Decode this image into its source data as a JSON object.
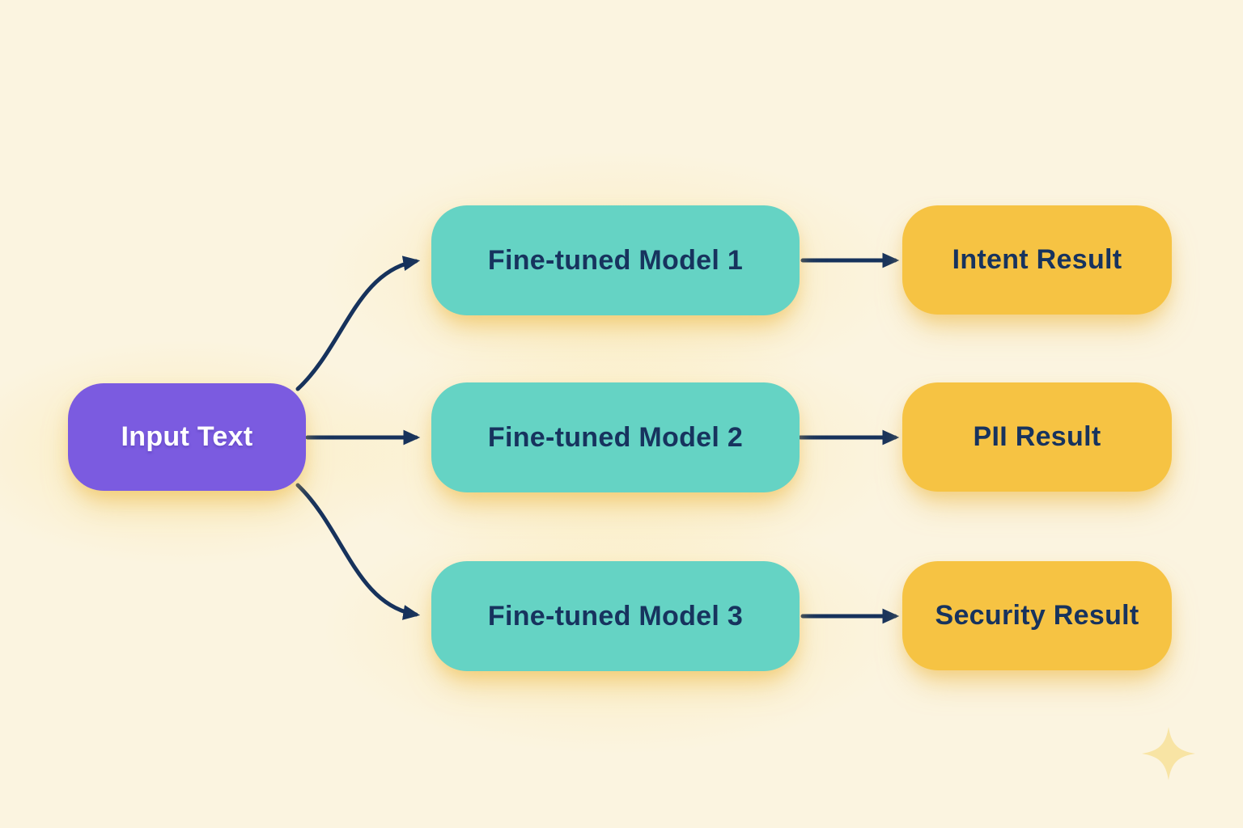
{
  "diagram": {
    "input_node": {
      "label": "Input Text"
    },
    "model_nodes": [
      {
        "label": "Fine-tuned Model 1"
      },
      {
        "label": "Fine-tuned Model 2"
      },
      {
        "label": "Fine-tuned Model 3"
      }
    ],
    "result_nodes": [
      {
        "label": "Intent Result"
      },
      {
        "label": "PII Result"
      },
      {
        "label": "Security Result"
      }
    ],
    "connections": [
      {
        "from": "Input Text",
        "to": "Fine-tuned Model 1"
      },
      {
        "from": "Input Text",
        "to": "Fine-tuned Model 2"
      },
      {
        "from": "Input Text",
        "to": "Fine-tuned Model 3"
      },
      {
        "from": "Fine-tuned Model 1",
        "to": "Intent Result"
      },
      {
        "from": "Fine-tuned Model 2",
        "to": "PII Result"
      },
      {
        "from": "Fine-tuned Model 3",
        "to": "Security Result"
      }
    ]
  },
  "icons": {
    "sparkle": "four-point-sparkle"
  },
  "colors": {
    "background": "#FBF4E0",
    "input_fill": "#7B5BE0",
    "input_text": "#FFFFFF",
    "model_fill": "#65D3C4",
    "result_fill": "#F6C343",
    "node_text": "#17335E",
    "arrow": "#16325C",
    "sparkle": "#F8E4A4"
  }
}
